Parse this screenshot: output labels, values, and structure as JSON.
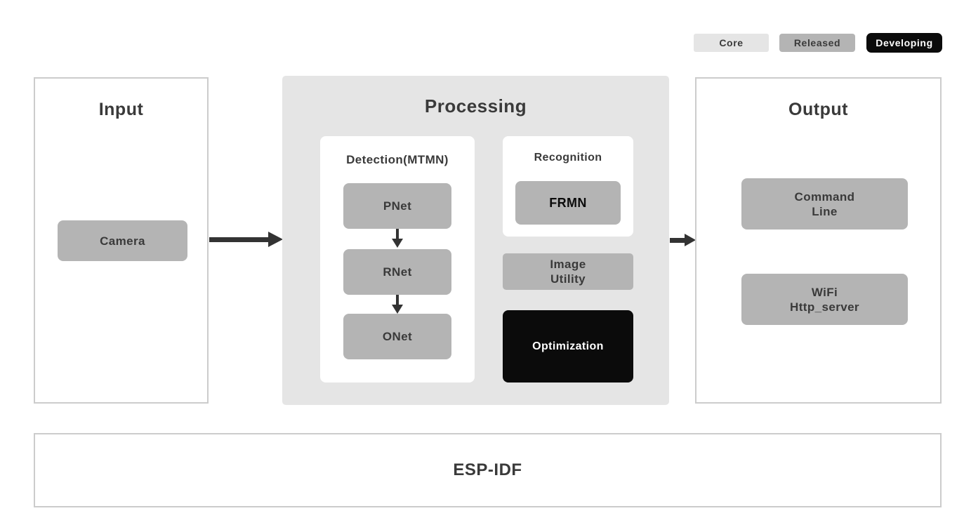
{
  "colors": {
    "page_bg": "#ffffff",
    "panel_bg": "#e5e5e5",
    "module_gray": "#b4b4b4",
    "module_black": "#0b0b0b",
    "border": "#cccccc",
    "text_dark": "#3a3a3a",
    "text_light": "#ffffff",
    "arrow": "#333333"
  },
  "legend": {
    "core": "Core",
    "released": "Released",
    "developing": "Developing"
  },
  "input": {
    "title": "Input",
    "camera": "Camera"
  },
  "processing": {
    "title": "Processing",
    "detection": {
      "title": "Detection(MTMN)",
      "pnet": "PNet",
      "rnet": "RNet",
      "onet": "ONet"
    },
    "recognition": {
      "title": "Recognition",
      "frmn": "FRMN"
    },
    "image_utility": "Image\nUtility",
    "optimization": "Optimization"
  },
  "output": {
    "title": "Output",
    "command_line": "Command\nLine",
    "wifi_http_server": "WiFi\nHttp_server"
  },
  "foundation": {
    "title": "ESP-IDF"
  }
}
